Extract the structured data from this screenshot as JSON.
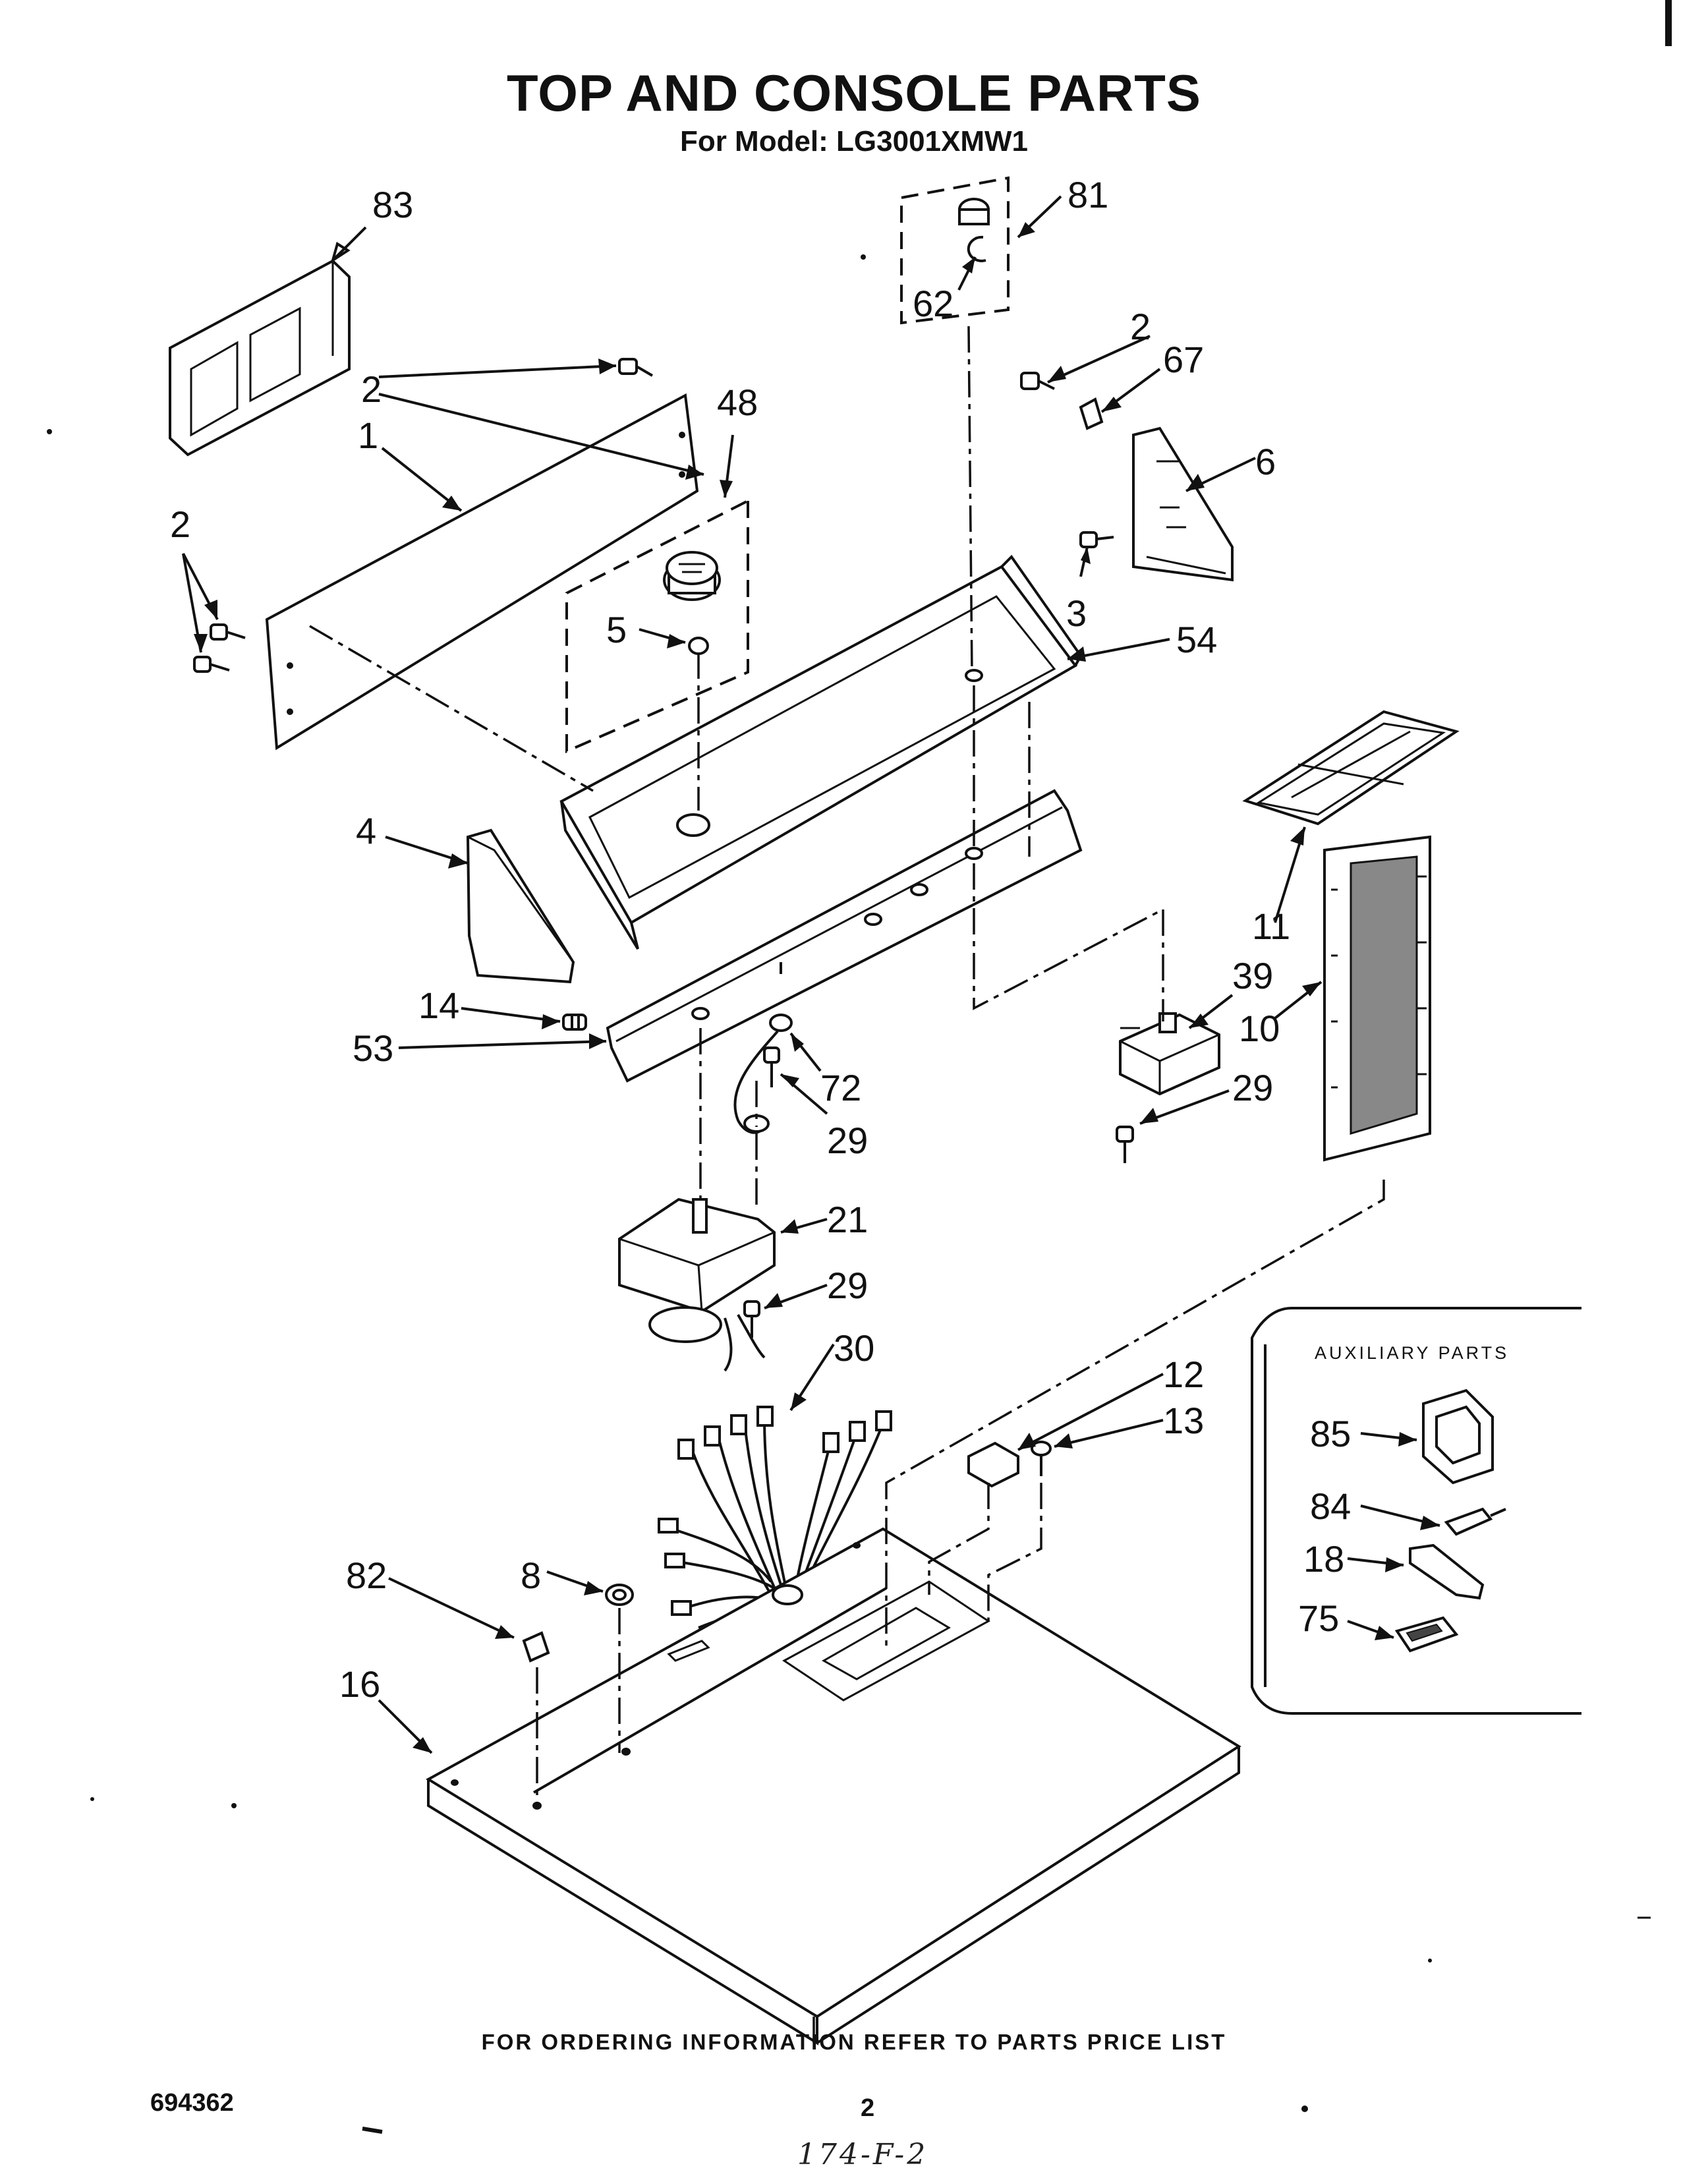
{
  "header": {
    "title": "TOP AND CONSOLE PARTS",
    "subtitle": "For Model: LG3001XMW1"
  },
  "diagram": {
    "callouts": {
      "c83": "83",
      "c2a": "2",
      "c1": "1",
      "c48": "48",
      "c2b": "2",
      "c5": "5",
      "c81": "81",
      "c62": "62",
      "c2c": "2",
      "c67": "67",
      "c6": "6",
      "c3": "3",
      "c54": "54",
      "c4": "4",
      "c14": "14",
      "c53": "53",
      "c72": "72",
      "c29a": "29",
      "c11": "11",
      "c39": "39",
      "c10": "10",
      "c29b": "29",
      "c21": "21",
      "c29c": "29",
      "c30": "30",
      "c12": "12",
      "c13": "13",
      "c82": "82",
      "c8": "8",
      "c16": "16"
    },
    "auxiliary": {
      "title": "AUXILIARY PARTS",
      "items": [
        "85",
        "84",
        "18",
        "75"
      ]
    }
  },
  "footer": {
    "note": "FOR ORDERING INFORMATION REFER TO PARTS PRICE LIST",
    "doc_number": "694362",
    "page_number": "2",
    "handwritten": "174-F-2"
  }
}
